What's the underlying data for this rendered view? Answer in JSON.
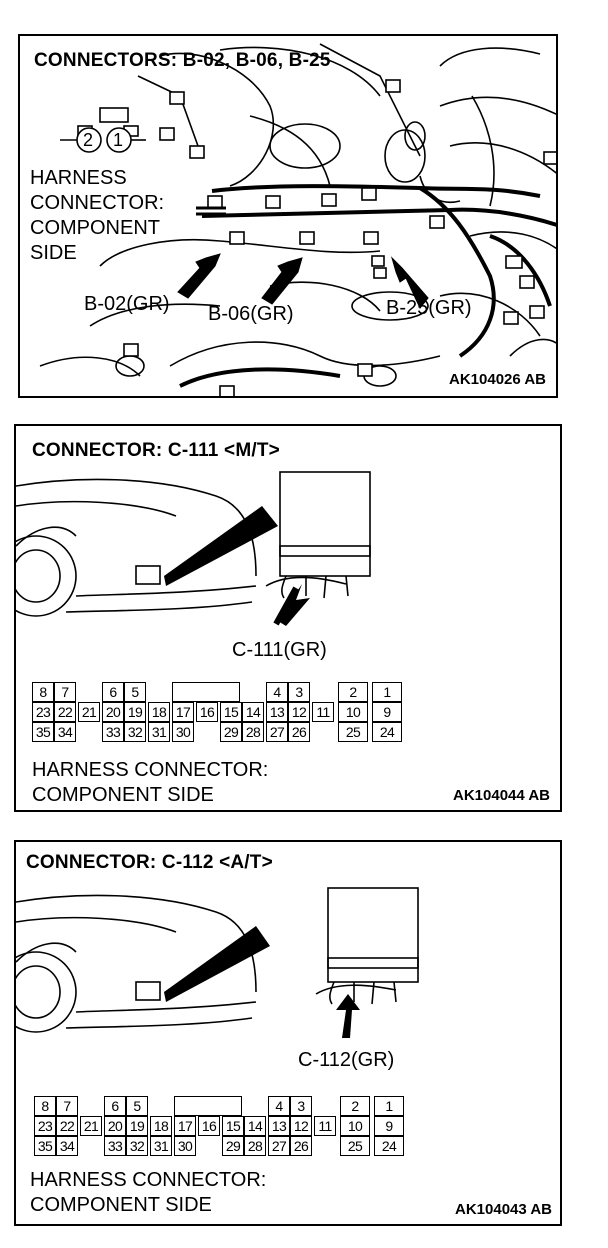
{
  "panels": [
    {
      "title": "CONNECTORS: B-02, B-06, B-25",
      "circle_labels": [
        "2",
        "1"
      ],
      "harness_label_lines": [
        "HARNESS",
        "CONNECTOR:",
        "COMPONENT",
        "SIDE"
      ],
      "callouts": [
        "B-02(GR)",
        "B-06(GR)",
        "B-25(GR)"
      ],
      "code": "AK104026 AB"
    },
    {
      "title": "CONNECTOR: C-111 <M/T>",
      "callout": "C-111(GR)",
      "connector_rows": [
        [
          "8",
          "7",
          "",
          "6",
          "5",
          "",
          "4",
          "3",
          "2",
          "1"
        ],
        [
          "23",
          "22",
          "21",
          "20",
          "19",
          "18",
          "17",
          "16",
          "15",
          "14",
          "13",
          "12",
          "11",
          "10",
          "9"
        ],
        [
          "35",
          "34",
          "33",
          "32",
          "31",
          "30",
          "29",
          "28",
          "27",
          "26",
          "25",
          "24"
        ]
      ],
      "harness_label_lines": [
        "HARNESS CONNECTOR:",
        "COMPONENT SIDE"
      ],
      "code": "AK104044 AB"
    },
    {
      "title": "CONNECTOR: C-112 <A/T>",
      "callout": "C-112(GR)",
      "connector_rows": [
        [
          "8",
          "7",
          "",
          "6",
          "5",
          "",
          "4",
          "3",
          "2",
          "1"
        ],
        [
          "23",
          "22",
          "21",
          "20",
          "19",
          "18",
          "17",
          "16",
          "15",
          "14",
          "13",
          "12",
          "11",
          "10",
          "9"
        ],
        [
          "35",
          "34",
          "33",
          "32",
          "31",
          "30",
          "29",
          "28",
          "27",
          "26",
          "25",
          "24"
        ]
      ],
      "harness_label_lines": [
        "HARNESS CONNECTOR:",
        "COMPONENT SIDE"
      ],
      "code": "AK104043 AB"
    }
  ]
}
